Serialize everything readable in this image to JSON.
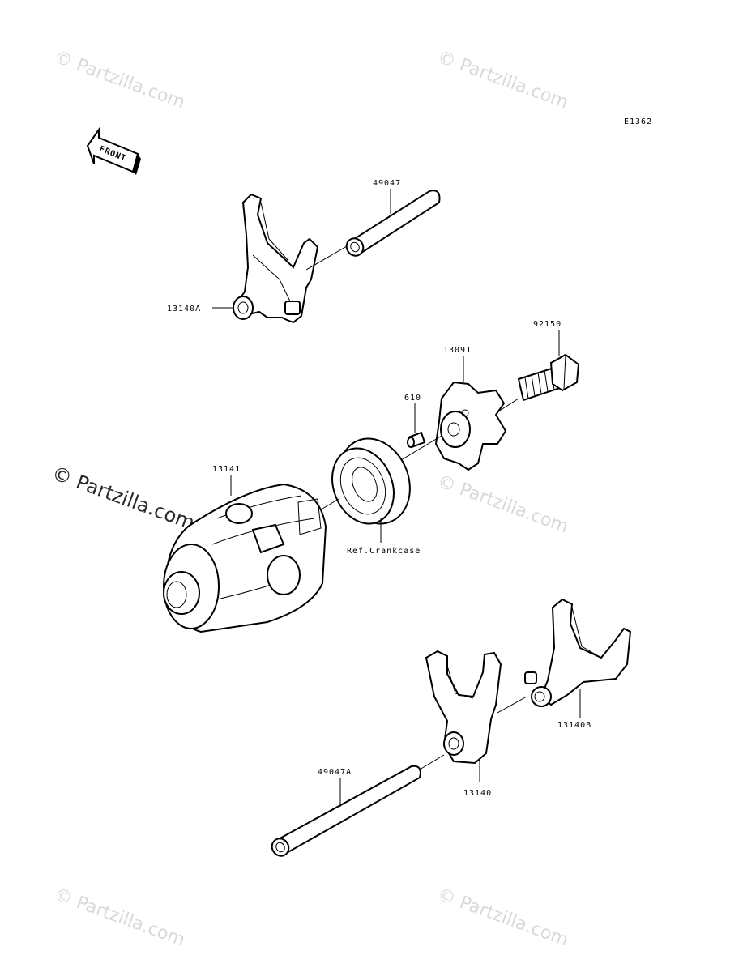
{
  "diagram_code": "E1362",
  "front_arrow_label": "FRONT",
  "watermarks": {
    "light": "© Partzilla.com",
    "strong": "© Partzilla.com"
  },
  "parts": {
    "shift_rod_top": "49047",
    "shift_fork_a": "13140A",
    "bolt": "92150",
    "cam_plate": "13091",
    "pin": "610",
    "shift_drum": "13141",
    "bearing_ref": "Ref.Crankcase",
    "shift_fork_b": "13140B",
    "shift_fork": "13140",
    "shift_rod_bottom": "49047A"
  }
}
